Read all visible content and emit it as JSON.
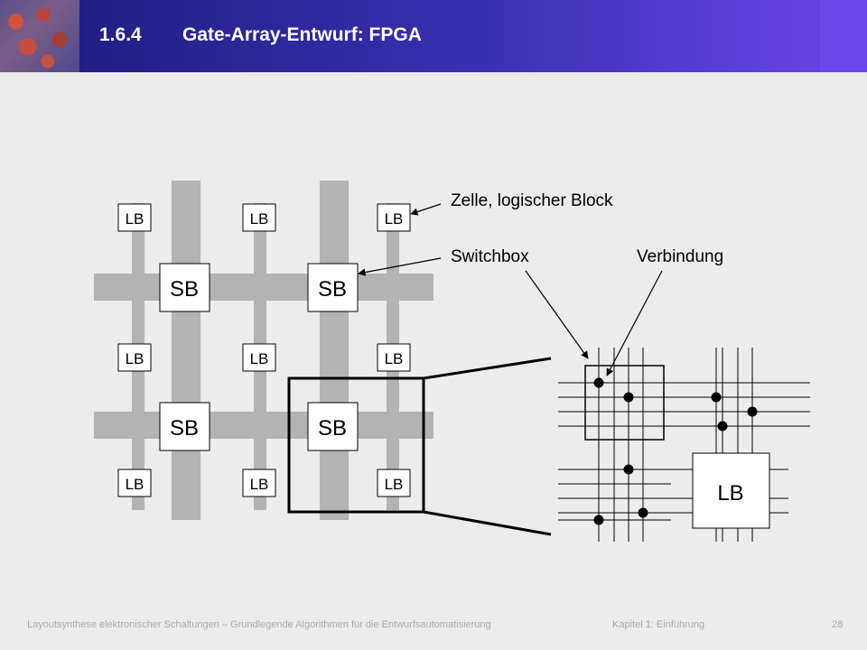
{
  "slide": {
    "number": "1.6.4",
    "title": "Gate-Array-Entwurf: FPGA"
  },
  "diagram": {
    "logic_block_label": "LB",
    "switchbox_label": "SB",
    "annotations": {
      "cell": "Zelle, logischer Block",
      "switchbox": "Switchbox",
      "connection": "Verbindung"
    },
    "detail_logic_block_label": "LB"
  },
  "footer": {
    "course": "Layoutsynthese elektronischer Schaltungen – Grundlegende Algorithmen für die Entwurfsautomatisierung",
    "chapter": "Kapitel 1: Einführung",
    "page": "28"
  },
  "colors": {
    "header_start": "#1e1b7a",
    "header_end": "#6a44e6",
    "channel": "#b3b3b3",
    "background": "#ececec"
  }
}
